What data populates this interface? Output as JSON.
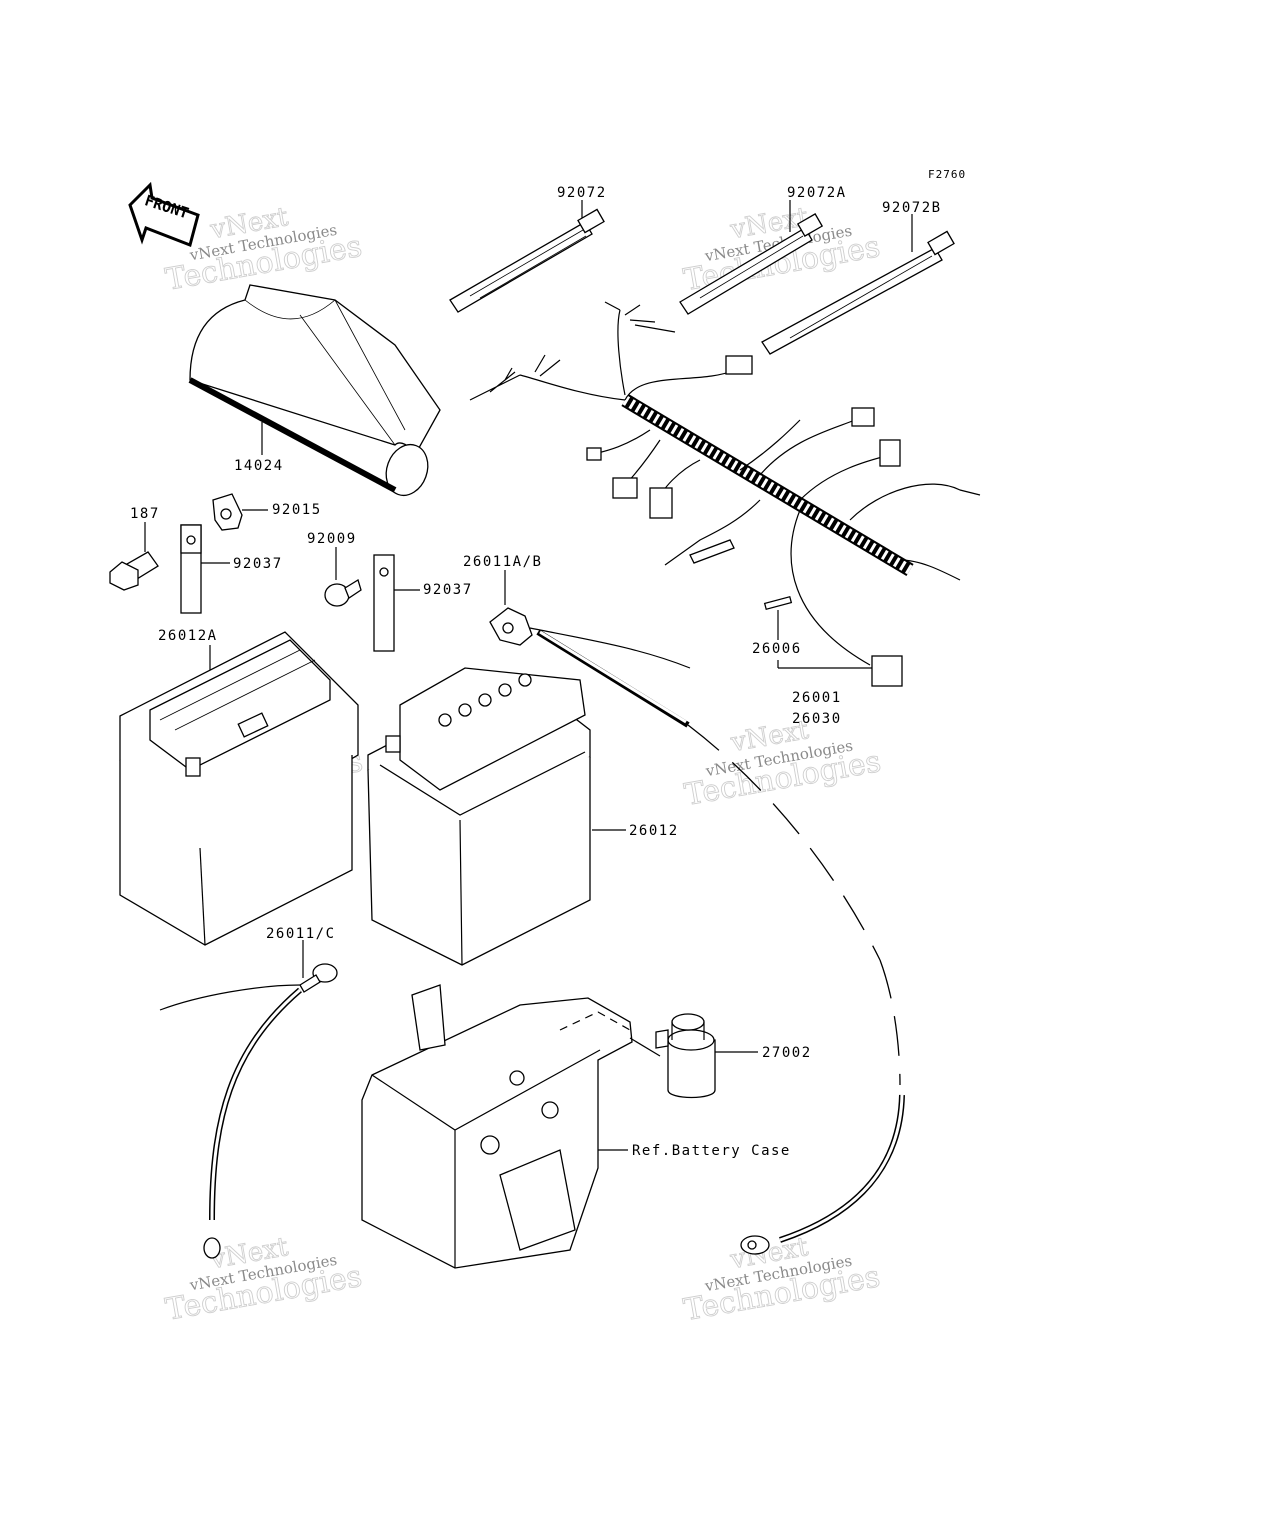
{
  "figure_code": "F2760",
  "front_arrow_text": "FRONT",
  "watermark": {
    "line1": "vNext Technologies",
    "outline_top": "vNext",
    "outline_bottom": "Technologies"
  },
  "callouts": {
    "p92072": "92072",
    "p92072A": "92072A",
    "p92072B": "92072B",
    "p14024": "14024",
    "p92015": "92015",
    "p187": "187",
    "p92037a": "92037",
    "p92009": "92009",
    "p92037b": "92037",
    "p26011AB": "26011A/B",
    "p26012A": "26012A",
    "p26006": "26006",
    "p26001": "26001",
    "p26030": "26030",
    "p26012": "26012",
    "p26011C": "26011/C",
    "p27002": "27002",
    "ref_battery_case": "Ref.Battery Case"
  }
}
